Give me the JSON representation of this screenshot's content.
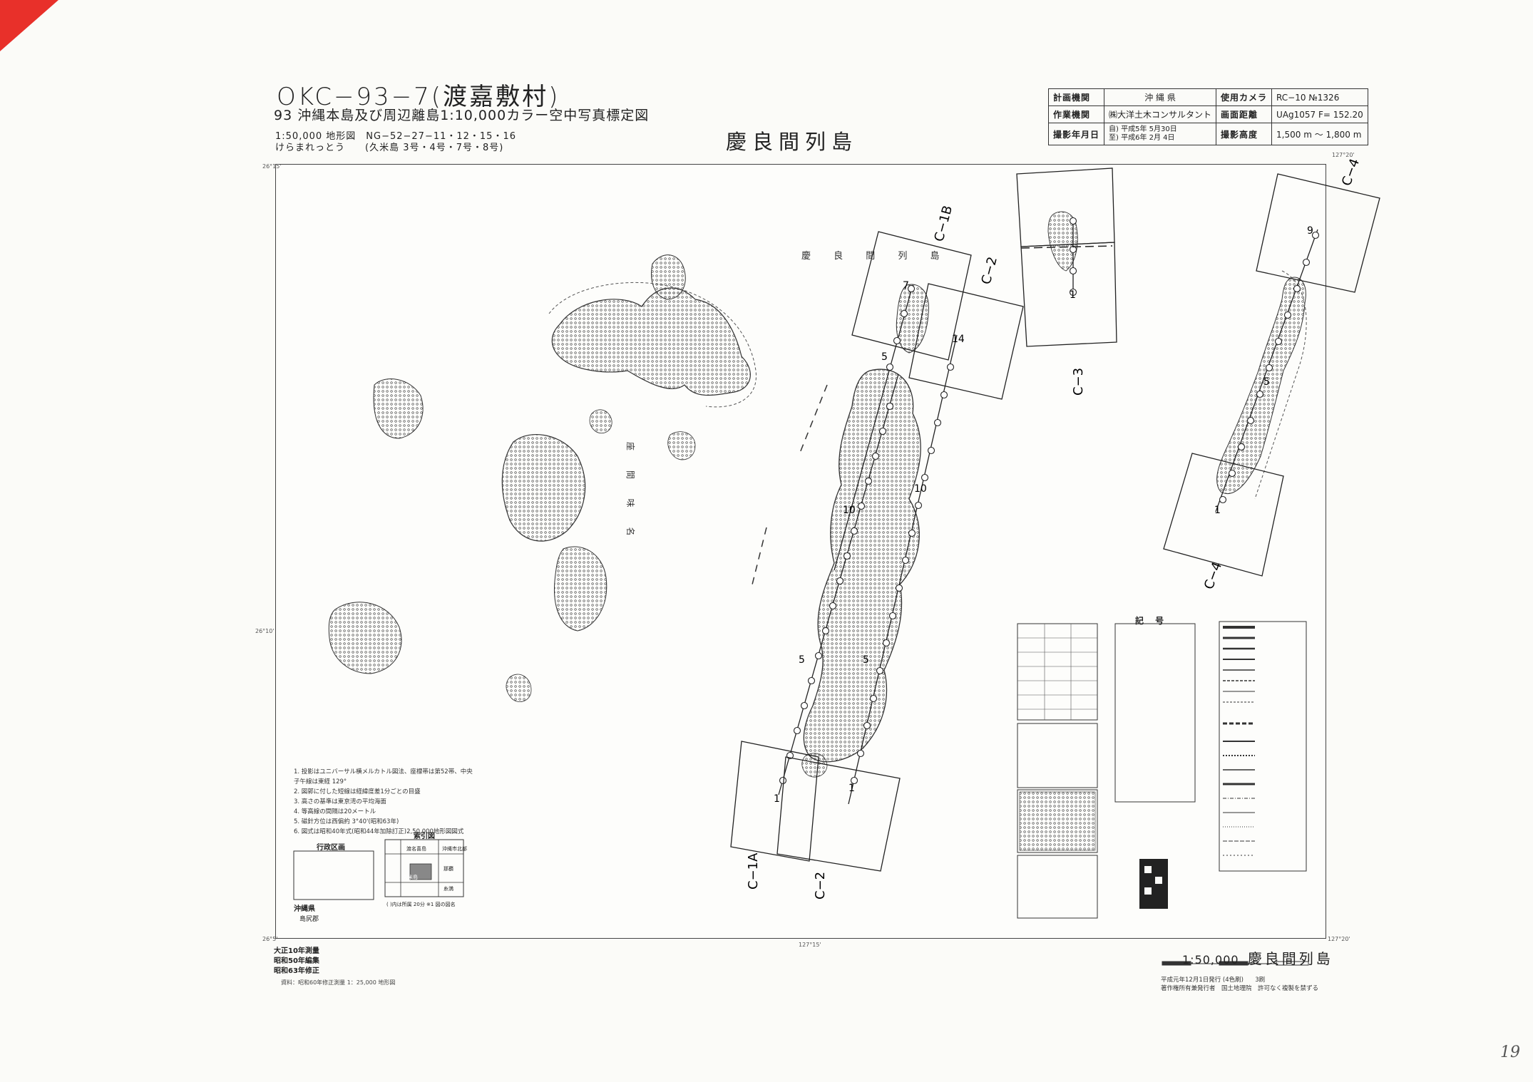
{
  "header": {
    "code": "OKC−93−7(渡嘉敷村)",
    "subtitle": "93 沖縄本島及び周辺離島1:10,000カラー空中写真標定図",
    "map_ref_line": "1:50,000 地形図　NG−52−27−11・12・15・16",
    "map_name_line": "けらまれっとう　　(久米島 3号・4号・7号・8号)",
    "center_title": "慶良間列島"
  },
  "info_table": {
    "planner_label": "計画機関",
    "planner_value": "沖 縄 県",
    "camera_label": "使用カメラ",
    "camera_value": "RC−10 №1326",
    "operator_label": "作業機関",
    "operator_value": "㈱大洋土木コンサルタント",
    "distance_label": "画面距離",
    "distance_value": "UAg1057 F= 152.20",
    "date_label": "撮影年月日",
    "date_from": "自) 平成5年 5月30日",
    "date_to": "至) 平成6年 2月 4日",
    "altitude_label": "撮影高度",
    "altitude_value": "1,500 m 〜 1,800 m"
  },
  "map": {
    "region_label": "慶 良 間 列 島",
    "strait_label": "座 間 味 名",
    "flight_lines": [
      {
        "label": "C−1A"
      },
      {
        "label": "C−1B"
      },
      {
        "label": "C−2"
      },
      {
        "label": "C−3"
      },
      {
        "label": "C−4"
      }
    ],
    "photo_numbers": [
      "1",
      "1",
      "5",
      "5",
      "7",
      "14",
      "9",
      "1",
      "1",
      "5",
      "5",
      "10",
      "10"
    ],
    "coords": {
      "tl": "26°15'",
      "tr": "127°20'",
      "ml": "26°10'",
      "bl": "26°5'",
      "bm": "127°15'",
      "br": "127°20'"
    }
  },
  "notes": [
    "1. 投影はユニバーサル横メルカトル図法、座標帯は第52帯、中央",
    "   子午線は東経 129°",
    "2. 図郭に付した短線は経緯度差1分ごとの目盛",
    "3. 高さの基準は東京湾の平均海面",
    "4. 等高線の間隔は20メートル",
    "5. 磁針方位は西偏約 3°40'(昭和63年)",
    "6. 図式は昭和40年式(昭和44年加除訂正)2,50,000地形図図式"
  ],
  "admin_box": {
    "title": "行政区画",
    "prefecture": "沖縄県",
    "district": "島尻郡"
  },
  "index_box": {
    "title": "索引図",
    "cells": [
      "渡名喜島",
      "沖縄市北部",
      "久米島",
      "那覇",
      "糸満"
    ],
    "caption": "( )内は所属 20分 ※1 図の図名"
  },
  "legend": {
    "title": "記 号"
  },
  "survey_history": [
    "大正10年測量",
    "昭和50年編集",
    "昭和63年修正"
  ],
  "source_note": "資料：昭和60年修正測量 1：25,000 地形図",
  "scale_block": {
    "scale": "1:50,000",
    "name": "慶良間列島",
    "issue_line": "平成元年12月1日発行 (4色刷)",
    "publisher_line": "著作権所有兼発行者　国土地理院　許可なく複製を禁ずる",
    "price": "3刷"
  },
  "page_number": "19",
  "colors": {
    "corner_tab": "#e8302a",
    "ink": "#222222",
    "paper": "#fbfbf8"
  }
}
